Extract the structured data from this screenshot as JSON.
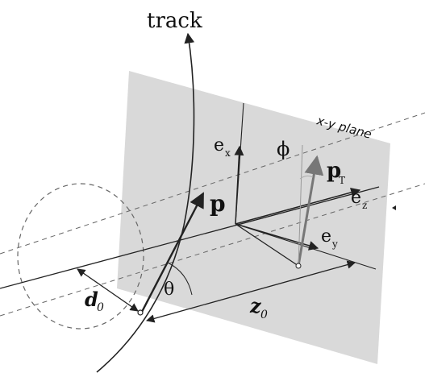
{
  "diagram": {
    "labels": {
      "track": "track",
      "plane": "x-y plane",
      "ex": "e",
      "ex_sub": "x",
      "ey": "e",
      "ey_sub": "y",
      "ez": "e",
      "ez_sub": "z",
      "p": "p",
      "pt": "p",
      "pt_sub": "T",
      "phi": "ϕ",
      "theta": "θ",
      "d0": "d",
      "d0_sub": "0",
      "z0": "z",
      "z0_sub": "0"
    },
    "colors": {
      "plane_fill": "#d9d9d9",
      "line": "#222222",
      "dashed": "#666666",
      "pt_arrow": "#777777",
      "faint": "#aaaaaa"
    }
  }
}
